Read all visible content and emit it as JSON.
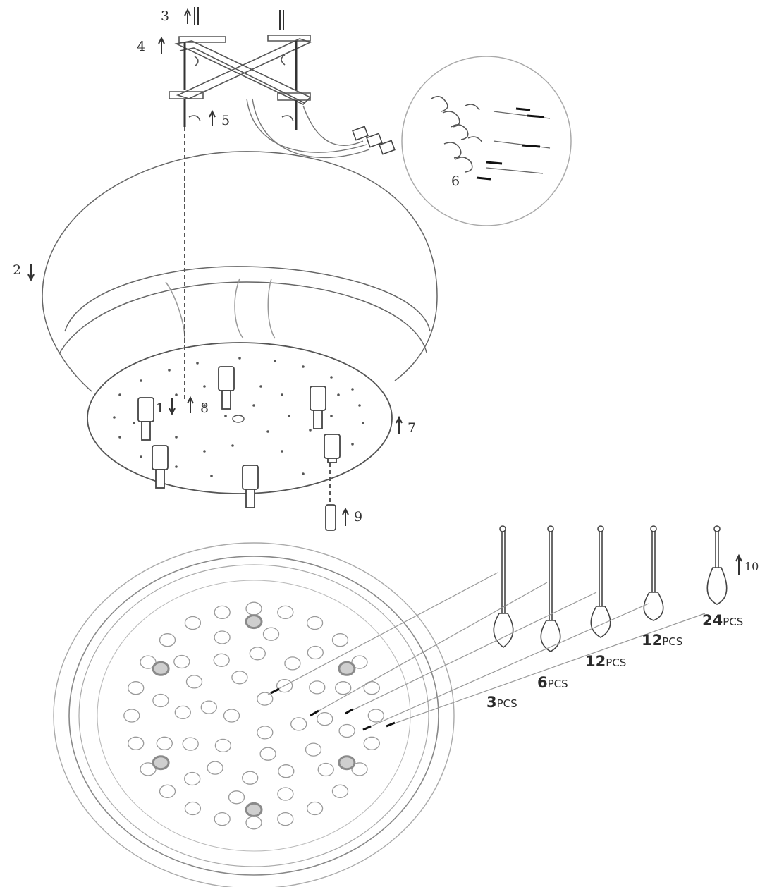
{
  "callouts": {
    "c1": "1",
    "c2": "2",
    "c3": "3",
    "c4": "4",
    "c5": "5",
    "c6": "6",
    "c7": "7",
    "c8": "8",
    "c9": "9",
    "c10": "10"
  },
  "rings": [
    {
      "count": "3",
      "unit": "PCS"
    },
    {
      "count": "6",
      "unit": "PCS"
    },
    {
      "count": "12",
      "unit": "PCS"
    },
    {
      "count": "12",
      "unit": "PCS"
    },
    {
      "count": "24",
      "unit": "PCS"
    }
  ],
  "colors": {
    "line": "#555555",
    "faint": "#9a9a9a",
    "dark": "#222222",
    "shaded": "#8a8a8a"
  }
}
